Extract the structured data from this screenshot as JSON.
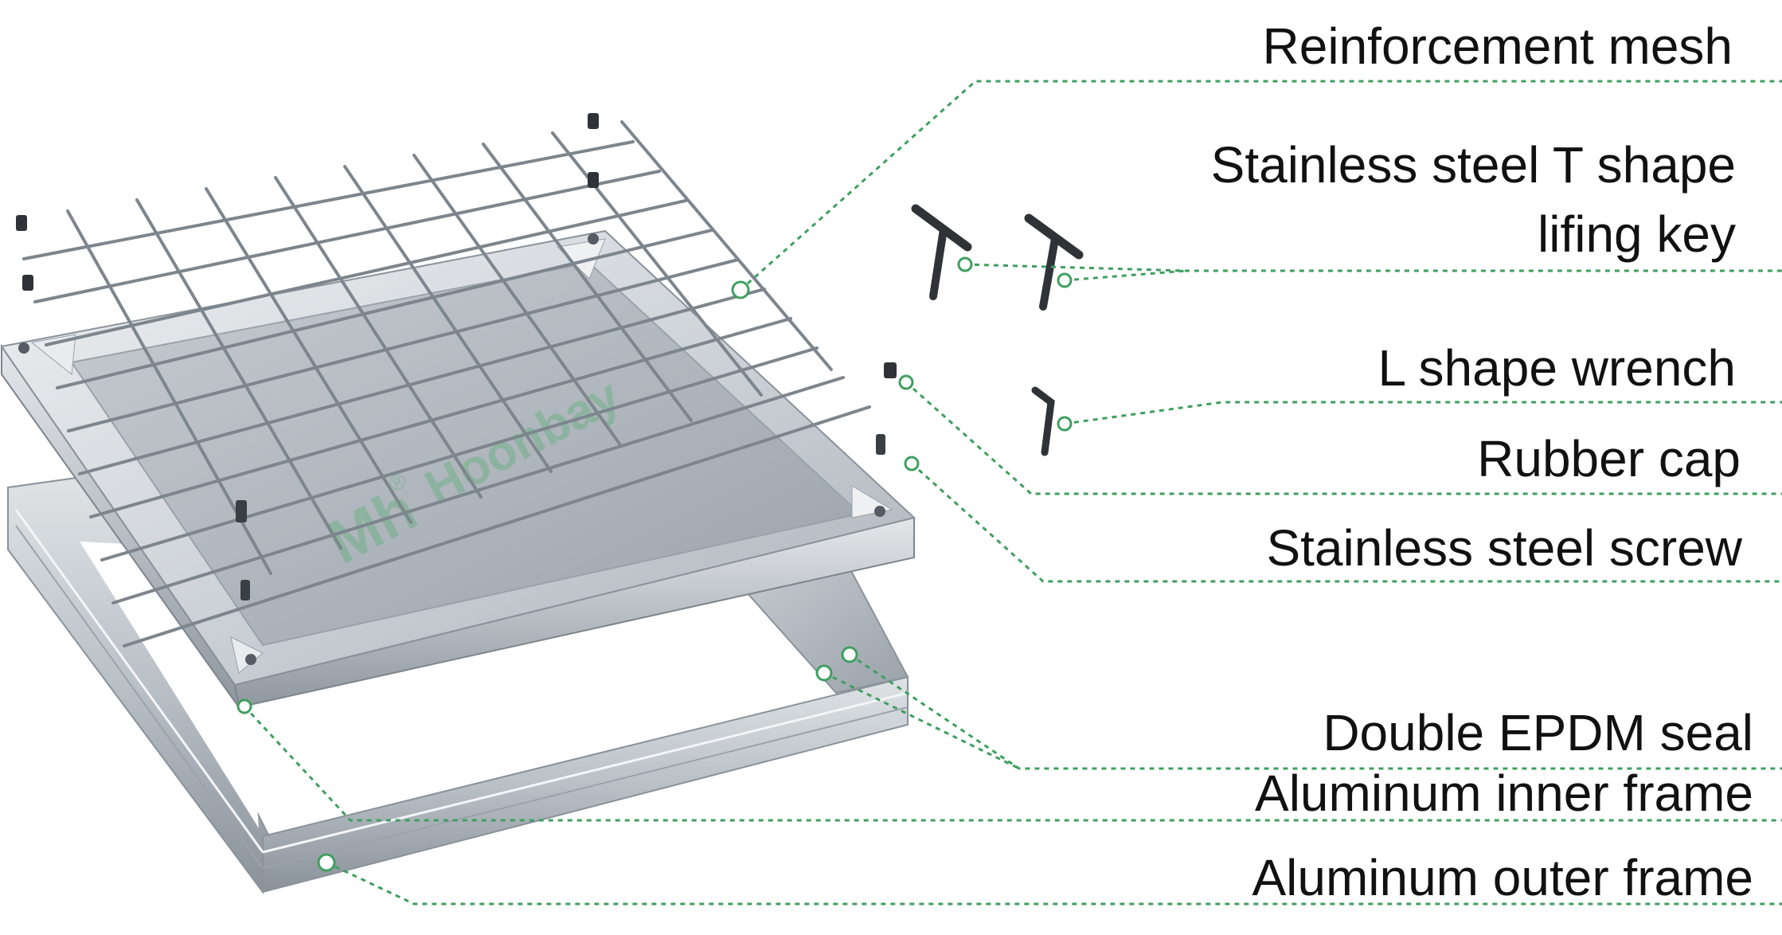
{
  "colors": {
    "leader": "#3f9f5f",
    "text": "#111111",
    "metal_light": "#d9dde1",
    "metal_mid": "#b4bbc2",
    "metal_dark": "#7d858d",
    "watermark": "#4caf6a"
  },
  "brand": {
    "watermark_text": "Hoonbay",
    "watermark_mark": "Mh",
    "registered_mark": "®"
  },
  "labels": {
    "reinforcement_mesh": "Reinforcement mesh",
    "t_key_line1": "Stainless steel T shape",
    "t_key_line2": "lifing key",
    "l_wrench": "L shape wrench",
    "rubber_cap": "Rubber cap",
    "screw": "Stainless steel screw",
    "epdm_seal": "Double EPDM seal",
    "inner_frame": "Aluminum inner frame",
    "outer_frame": "Aluminum outer frame"
  }
}
